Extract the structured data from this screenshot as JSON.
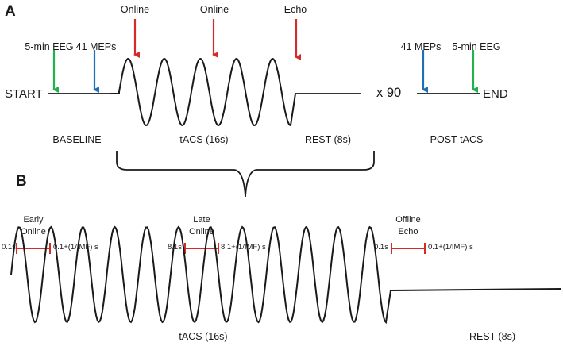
{
  "panel_a": {
    "label": "A",
    "arrows_top": [
      "Online",
      "Online",
      "Echo"
    ],
    "baseline_arrows": [
      "5-min EEG",
      "41 MEPs"
    ],
    "post_arrows": [
      "41 MEPs",
      "5-min EEG"
    ],
    "start": "START",
    "end": "END",
    "repeat": "x 90",
    "phases": [
      "BASELINE",
      "tACS (16s)",
      "REST (8s)",
      "POST-tACS"
    ]
  },
  "panel_b": {
    "label": "B",
    "windows": [
      {
        "title_lines": [
          "Early",
          "Online"
        ],
        "start": "0.1s",
        "end": "0.1+(1/IMF) s"
      },
      {
        "title_lines": [
          "Late",
          "Online"
        ],
        "start": "8.1s",
        "end": "8.1+(1/IMF) s"
      },
      {
        "title_lines": [
          "Offline",
          "Echo"
        ],
        "start": "0.1s",
        "end": "0.1+(1/IMF) s"
      }
    ],
    "tacs_label": "tACS (16s)",
    "rest_label": "REST (8s)"
  },
  "colors": {
    "red": "#d42a2a",
    "green": "#22b14c",
    "blue": "#1e6fb5",
    "ink": "#1a1a1a"
  }
}
